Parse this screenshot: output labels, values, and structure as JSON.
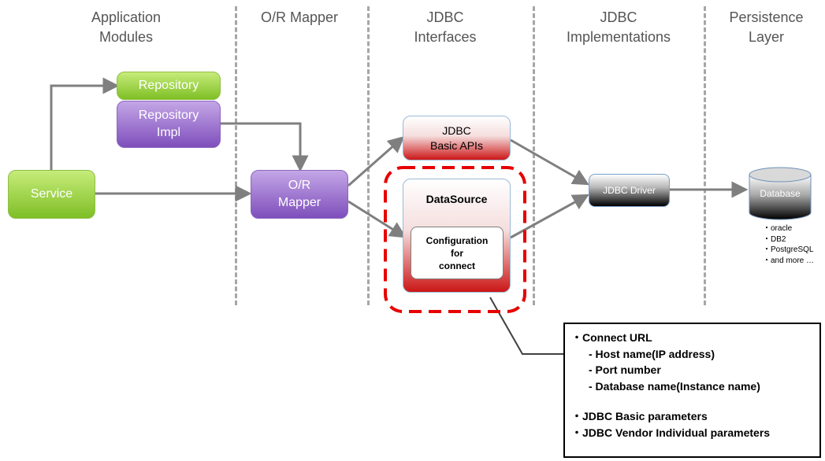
{
  "columns": [
    {
      "line1": "Application",
      "line2": "Modules"
    },
    {
      "line1": "O/R Mapper",
      "line2": ""
    },
    {
      "line1": "JDBC",
      "line2": "Interfaces"
    },
    {
      "line1": "JDBC",
      "line2": "Implementations"
    },
    {
      "line1": "Persistence",
      "line2": "Layer"
    }
  ],
  "nodes": {
    "service": "Service",
    "repository": "Repository",
    "repository_impl_1": "Repository",
    "repository_impl_2": "Impl",
    "or_mapper_1": "O/R",
    "or_mapper_2": "Mapper",
    "jdbc_basic_1": "JDBC",
    "jdbc_basic_2": "Basic APIs",
    "datasource": "DataSource",
    "config_1": "Configuration",
    "config_2": "for",
    "config_3": "connect",
    "jdbc_driver": "JDBC Driver",
    "database": "Database"
  },
  "databases": [
    "・oracle",
    "・DB2",
    "・PostgreSQL",
    "・and more …"
  ],
  "notes": {
    "connect_url": "・Connect URL",
    "host": "- Host name(IP address)",
    "port": "- Port number",
    "dbname": "- Database name(Instance name)",
    "basic_params": "・JDBC Basic parameters",
    "vendor_params": "・JDBC Vendor Individual parameters"
  },
  "colors": {
    "green": "#8cc63f",
    "purple": "#8e63c6",
    "red": "#cc1616",
    "highlight_dash": "#e60000",
    "arrow": "#7f7f7f"
  }
}
